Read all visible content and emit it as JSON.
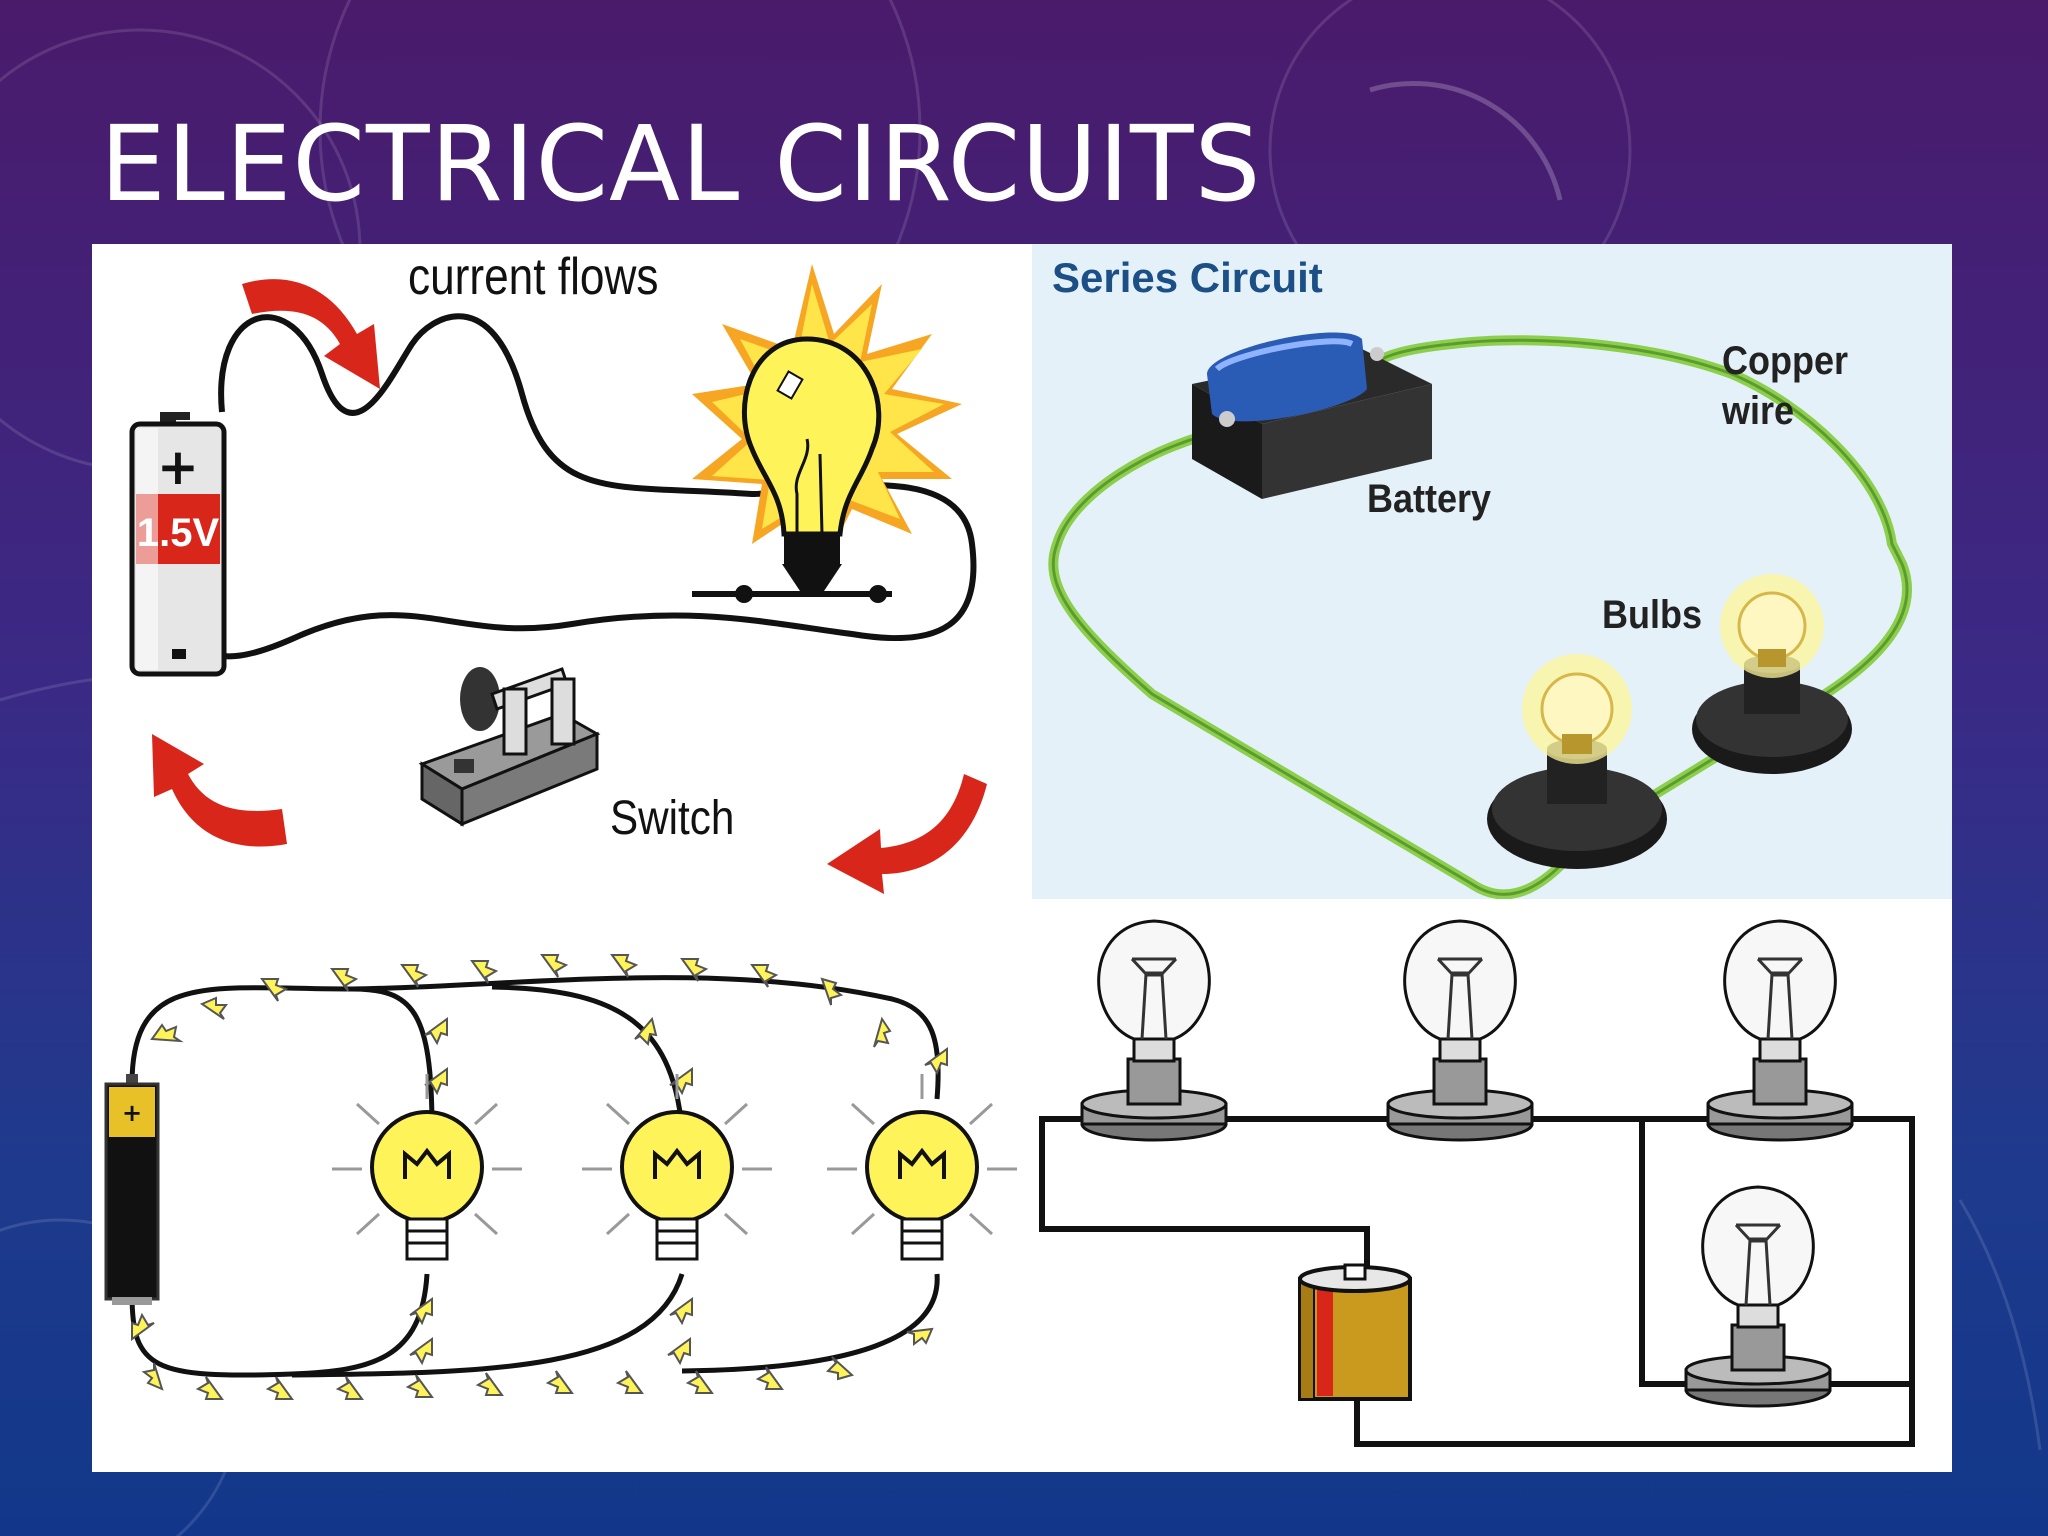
{
  "slide": {
    "title": "ELECTRICAL CIRCUITS"
  },
  "simple_circuit": {
    "caption": "current flows",
    "battery_label": "1.5V",
    "battery_plus": "+",
    "switch_label": "Switch"
  },
  "series_circuit": {
    "title": "Series Circuit",
    "wire_label_line1": "Copper",
    "wire_label_line2": "wire",
    "battery_label": "Battery",
    "bulbs_label": "Bulbs"
  },
  "parallel_circuit": {
    "battery_plus": "+"
  },
  "colors": {
    "background_top": "#4a1a6b",
    "background_bottom": "#12378a",
    "arrow_red": "#d8261b",
    "bulb_yellow": "#fff35a",
    "series_title": "#1b4f85",
    "wire_green": "#8ccf4e"
  }
}
